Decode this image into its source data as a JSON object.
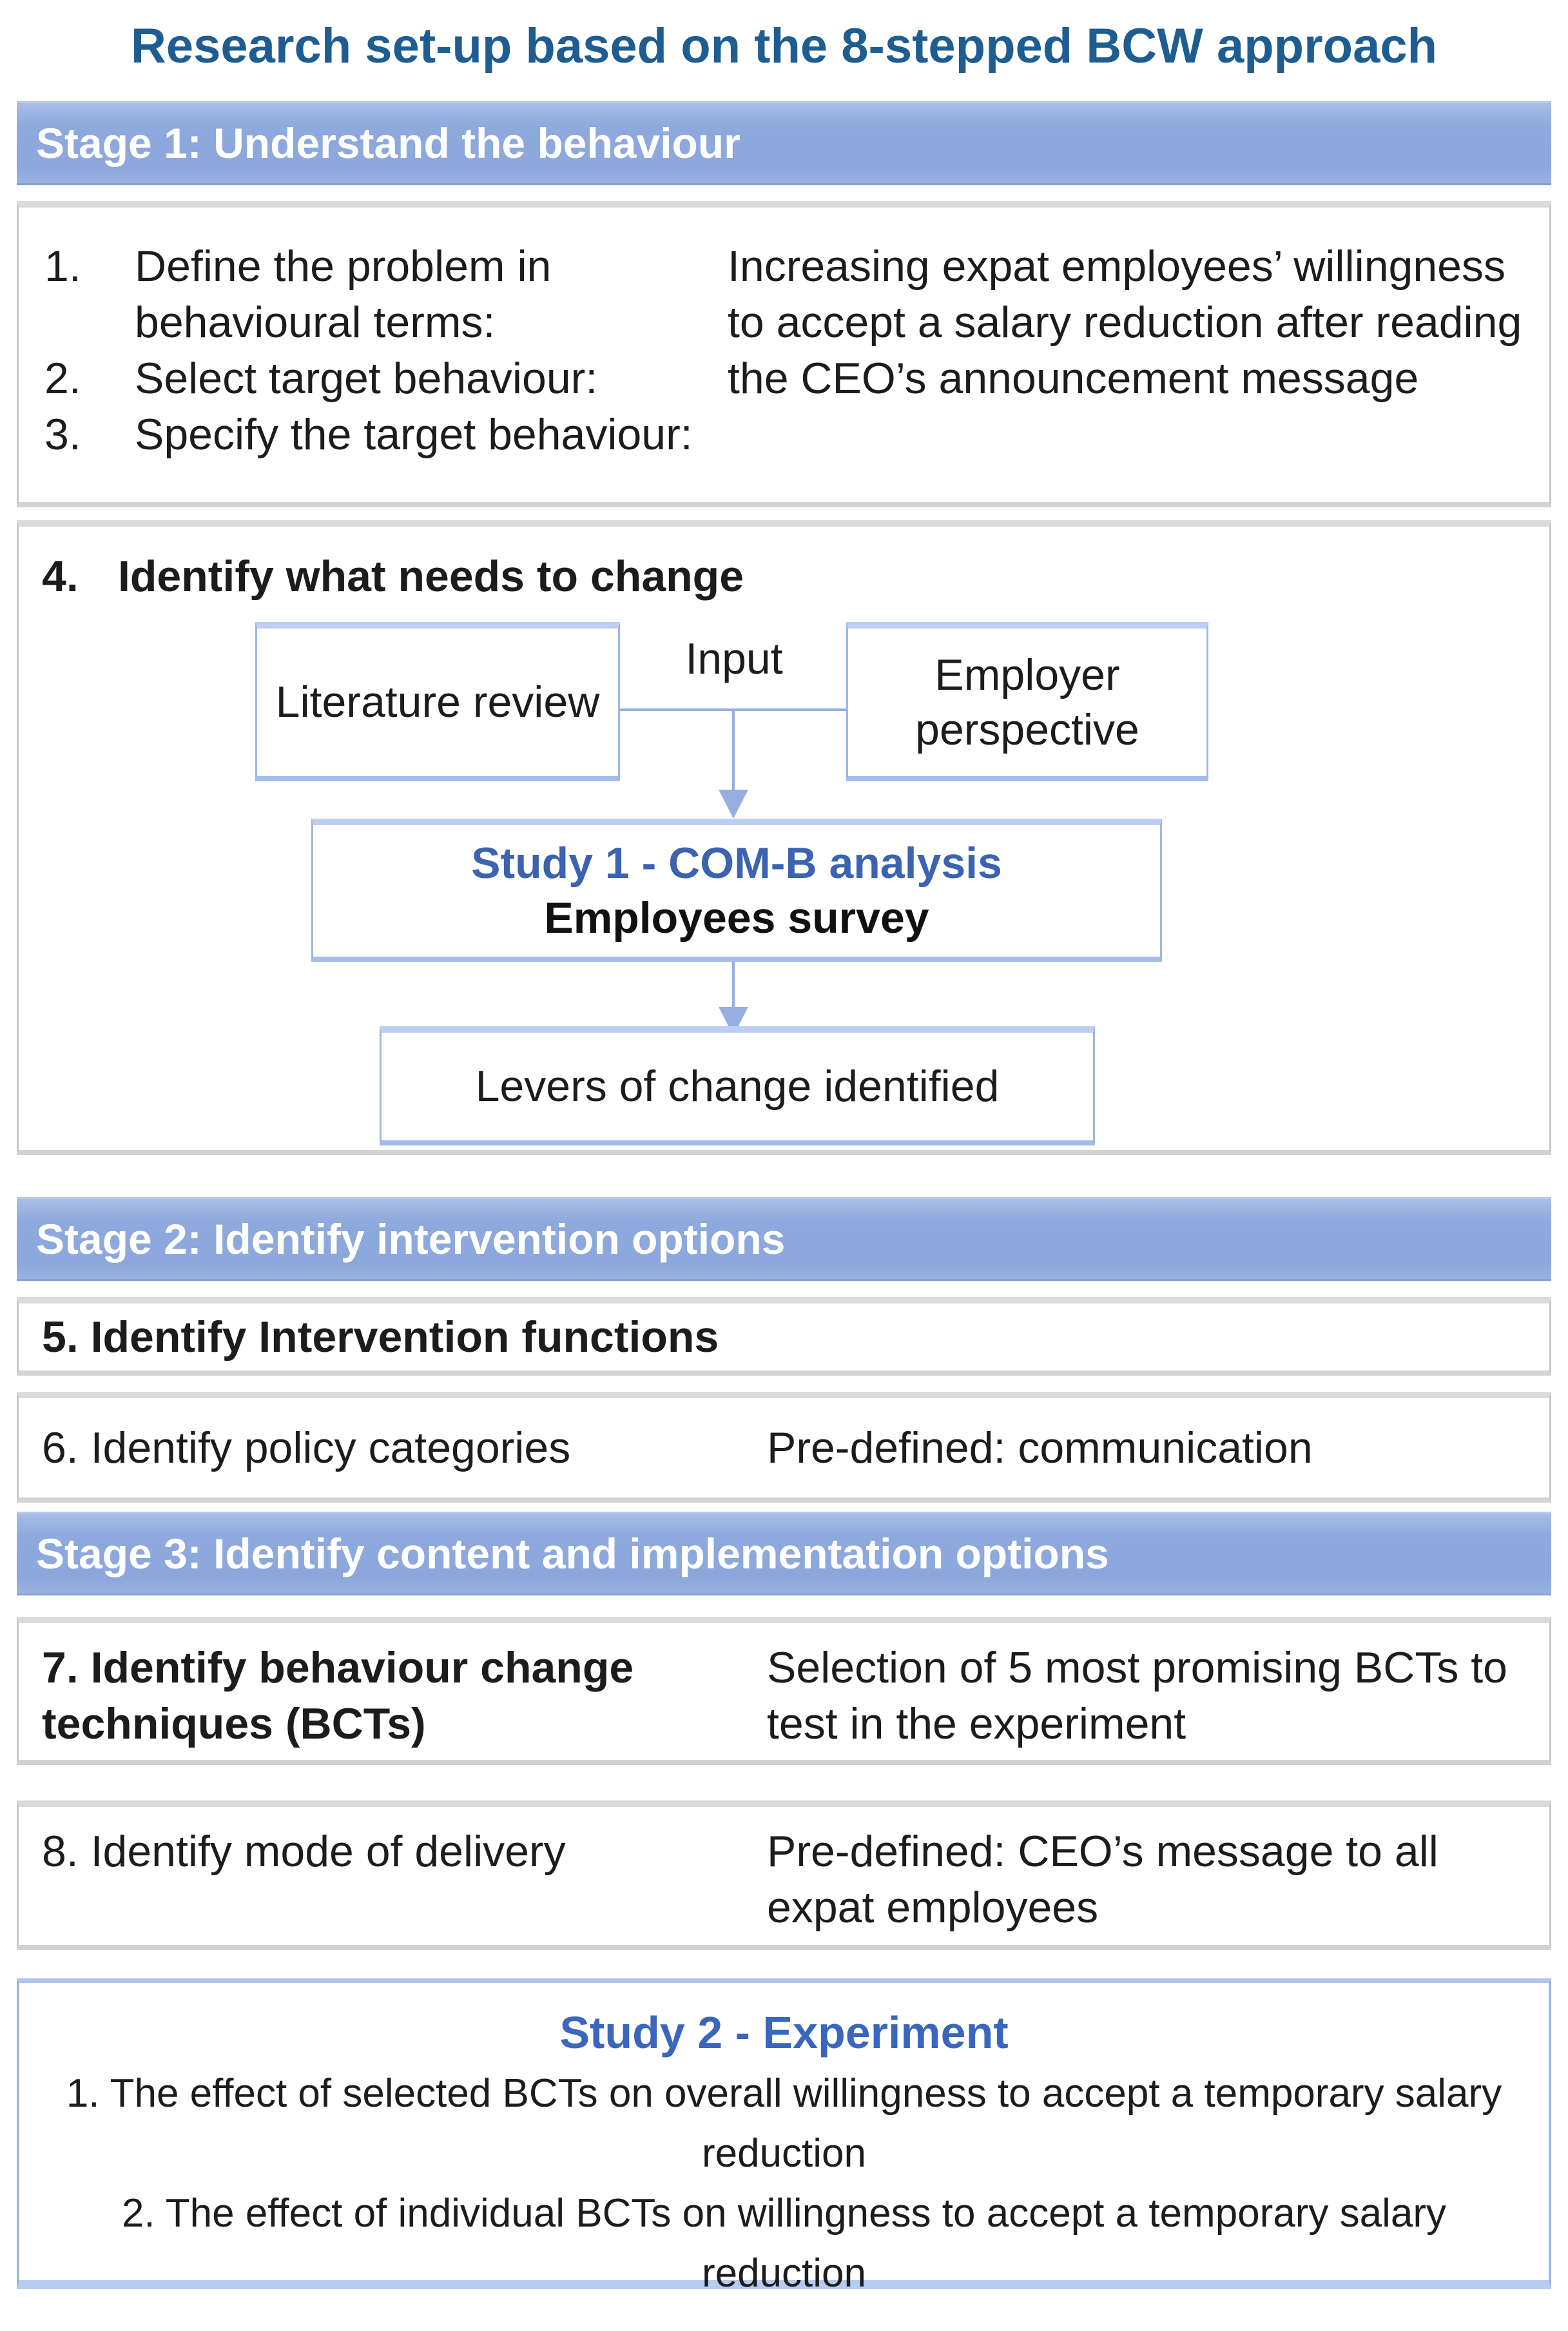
{
  "colors": {
    "title_text": "#1e5d92",
    "stage_bar_fill": "#8ea9dd",
    "stage_bar_text": "#ffffff",
    "flow_border": "#9db7e5",
    "connector": "#96afe0",
    "study_blue_text": "#3a67bd",
    "body_text": "#1c1c1c",
    "outer_box_border": "#c6c6c6"
  },
  "title": "Research set-up based on the 8-stepped BCW approach",
  "stages": {
    "stage1": "Stage 1: Understand the behaviour",
    "stage2": "Stage 2: Identify intervention options",
    "stage3": "Stage 3: Identify content and implementation options"
  },
  "steps_1_3": {
    "items": [
      {
        "num": "1.",
        "text": "Define the problem in behavioural terms:"
      },
      {
        "num": "2.",
        "text": "Select target behaviour:"
      },
      {
        "num": "3.",
        "text": "Specify the target behaviour:"
      }
    ],
    "result": "Increasing expat employees’ willingness to accept a salary reduction after reading the CEO’s announcement message"
  },
  "step4": {
    "num": "4.",
    "heading": "Identify what needs to change",
    "literature_box": "Literature review",
    "input_label": "Input",
    "employer_box": "Employer perspective",
    "study1_title": "Study 1 - COM-B analysis",
    "study1_subtitle": "Employees survey",
    "levers_box": "Levers of change identified"
  },
  "step5": "5. Identify Intervention functions",
  "step6": {
    "left": "6. Identify policy categories",
    "right": "Pre-defined: communication"
  },
  "step7": {
    "left": "7. Identify behaviour change techniques (BCTs)",
    "right": "Selection of 5 most promising BCTs to test in the experiment"
  },
  "step8": {
    "left": "8. Identify mode of delivery",
    "right": "Pre-defined: CEO’s message to all expat employees"
  },
  "study2": {
    "title": "Study 2 - Experiment",
    "items": [
      "1. The effect of selected BCTs on overall willingness to accept a temporary salary reduction",
      "2. The effect of individual BCTs on willingness to accept a temporary salary reduction"
    ]
  }
}
